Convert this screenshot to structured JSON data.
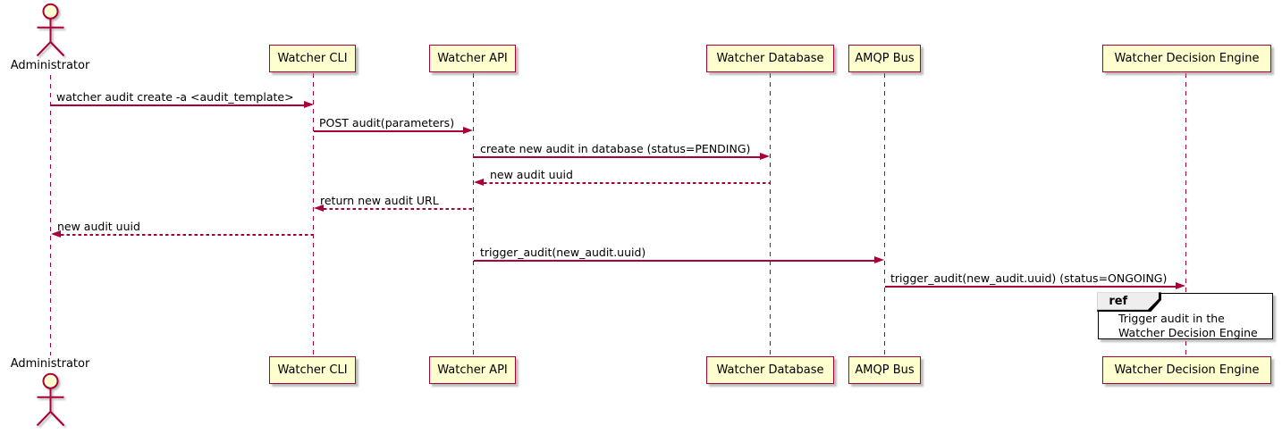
{
  "diagram_type": "plantuml-sequence",
  "colors": {
    "participant_fill": "#FEFECE",
    "line_and_border": "#A80036",
    "ref_header_fill": "#EEEEEE",
    "ref_border": "#000000",
    "text": "#000000",
    "background": "#FFFFFF"
  },
  "actor": {
    "label": "Administrator"
  },
  "participants": [
    {
      "label": "Watcher CLI"
    },
    {
      "label": "Watcher API"
    },
    {
      "label": "Watcher Database"
    },
    {
      "label": "AMQP Bus"
    },
    {
      "label": "Watcher Decision Engine"
    }
  ],
  "messages": [
    {
      "from": "Administrator",
      "to": "Watcher CLI",
      "style": "solid",
      "label": "watcher audit create -a <audit_template>"
    },
    {
      "from": "Watcher CLI",
      "to": "Watcher API",
      "style": "solid",
      "label": "POST audit(parameters)"
    },
    {
      "from": "Watcher API",
      "to": "Watcher Database",
      "style": "solid",
      "label": "create new audit in database (status=PENDING)"
    },
    {
      "from": "Watcher Database",
      "to": "Watcher API",
      "style": "dashed",
      "label": "new audit uuid"
    },
    {
      "from": "Watcher API",
      "to": "Watcher CLI",
      "style": "dashed",
      "label": "return new audit URL"
    },
    {
      "from": "Watcher CLI",
      "to": "Administrator",
      "style": "dashed",
      "label": "new audit uuid"
    },
    {
      "from": "Watcher API",
      "to": "AMQP Bus",
      "style": "solid",
      "label": "trigger_audit(new_audit.uuid)"
    },
    {
      "from": "AMQP Bus",
      "to": "Watcher Decision Engine",
      "style": "solid",
      "label": "trigger_audit(new_audit.uuid) (status=ONGOING)"
    }
  ],
  "ref": {
    "keyword": "ref",
    "line1": "Trigger audit in the",
    "line2": "Watcher Decision Engine"
  }
}
